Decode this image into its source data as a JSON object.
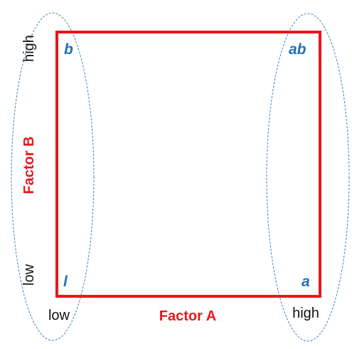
{
  "colors": {
    "square": "#e8181c",
    "ellipse": "#3a7fc4",
    "corner_text": "#1f6fb9",
    "factor_text": "#e8181c",
    "level_text": "#111111"
  },
  "corners": {
    "top_left": "b",
    "top_right": "ab",
    "bottom_left": "l",
    "bottom_right": "a"
  },
  "factor_a": {
    "label": "Factor A",
    "low": "low",
    "high": "high"
  },
  "factor_b": {
    "label": "Factor B",
    "low": "low",
    "high": "high"
  }
}
